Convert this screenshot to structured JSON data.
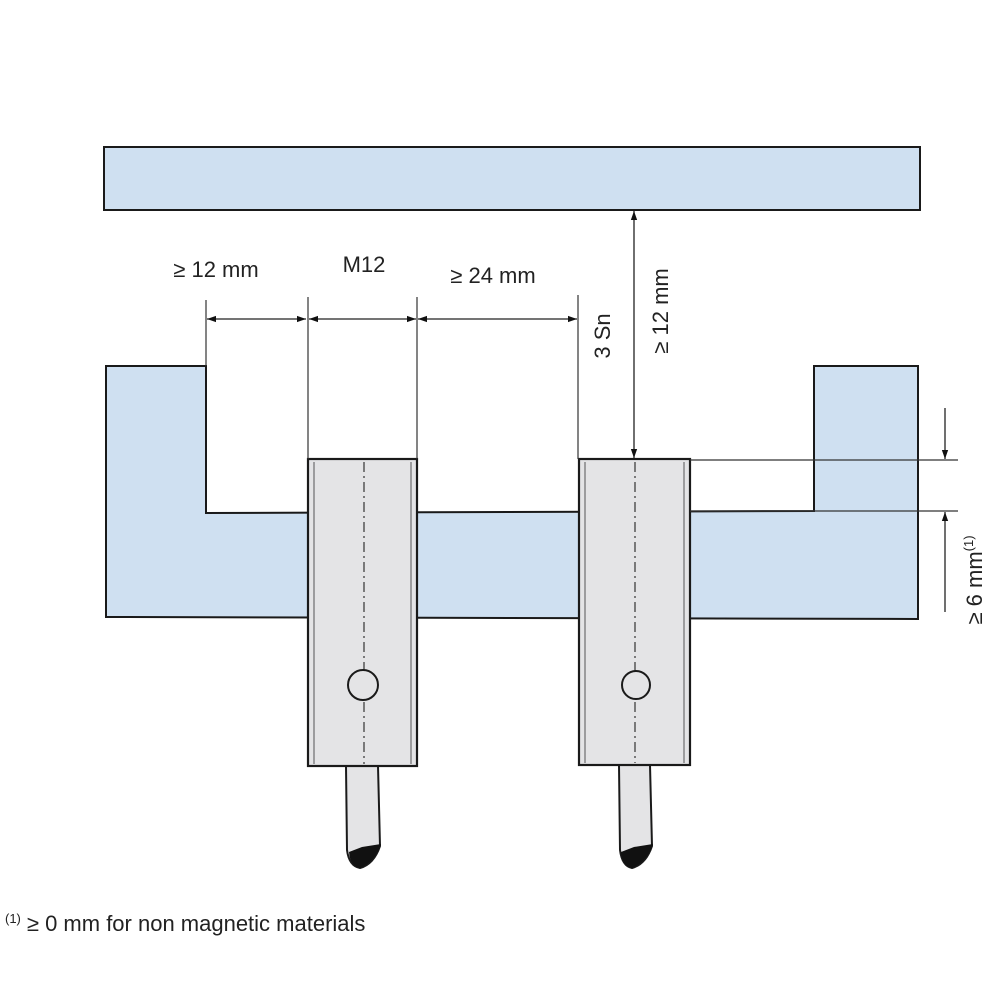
{
  "labels": {
    "gap_left": "≥ 12 mm",
    "sensor_size": "M12",
    "gap_between": "≥ 24 mm",
    "sensing_distance": "3 Sn",
    "gap_vertical": "≥ 12 mm",
    "protrusion": "≥ 6 mm",
    "protrusion_note_ref": "(1)"
  },
  "footnote": {
    "ref": "(1)",
    "text": "≥ 0 mm for non magnetic materials"
  },
  "colors": {
    "metal_fill": "#cfe0f1",
    "sensor_fill": "#e4e4e6",
    "line": "#1a1a1a"
  }
}
